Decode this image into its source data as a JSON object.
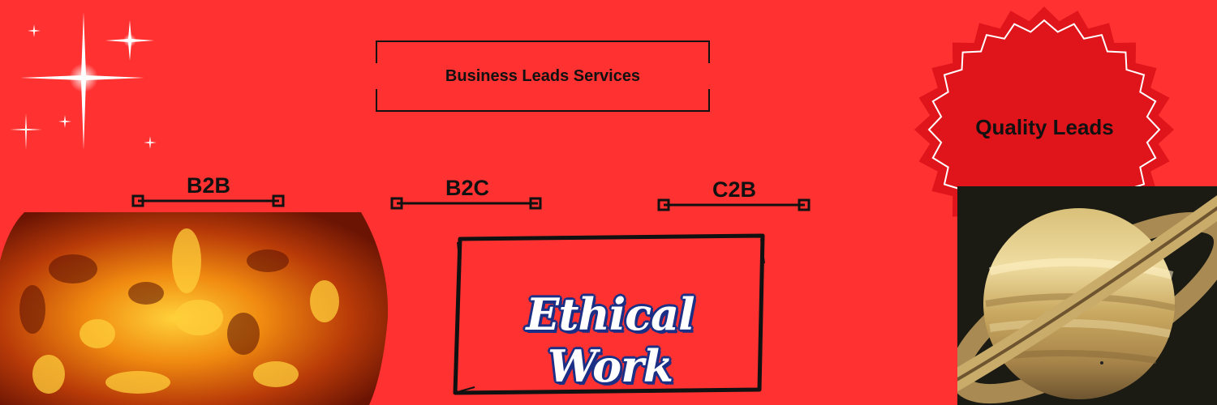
{
  "colors": {
    "background": "#ff3131",
    "seal_fill": "#e0141b",
    "ethical_outline": "#1b2f86",
    "line": "#111111"
  },
  "title": {
    "text": "Business Leads Services"
  },
  "categories": [
    {
      "label": "B2B"
    },
    {
      "label": "B2C"
    },
    {
      "label": "C2B"
    }
  ],
  "ethical": {
    "text": "Ethical Work"
  },
  "seal": {
    "text": "Quality Leads"
  },
  "icons": [
    "sparkle-icon",
    "sun-image",
    "saturn-image",
    "starburst-seal"
  ]
}
